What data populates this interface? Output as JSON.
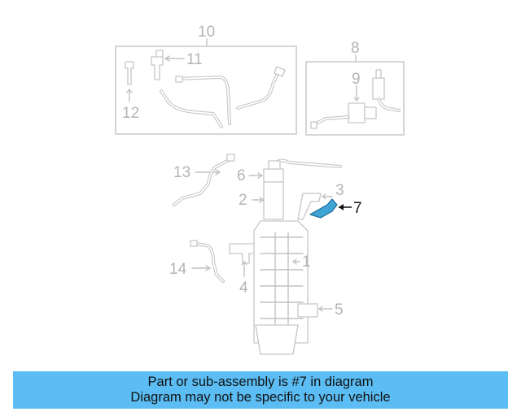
{
  "callouts": {
    "c1": "1",
    "c2": "2",
    "c3": "3",
    "c4": "4",
    "c5": "5",
    "c6": "6",
    "c7": "7",
    "c8": "8",
    "c9": "9",
    "c10": "10",
    "c11": "11",
    "c12": "12",
    "c13": "13",
    "c14": "14"
  },
  "highlighted_part": "7",
  "colors": {
    "highlight_part": "#3fa3d6",
    "banner_background": "#5bbdf3",
    "line_gray": "#c2c2c2"
  },
  "banner": {
    "line1": "Part or sub-assembly is #7 in diagram",
    "line2": "Diagram may not be specific to your vehicle"
  }
}
